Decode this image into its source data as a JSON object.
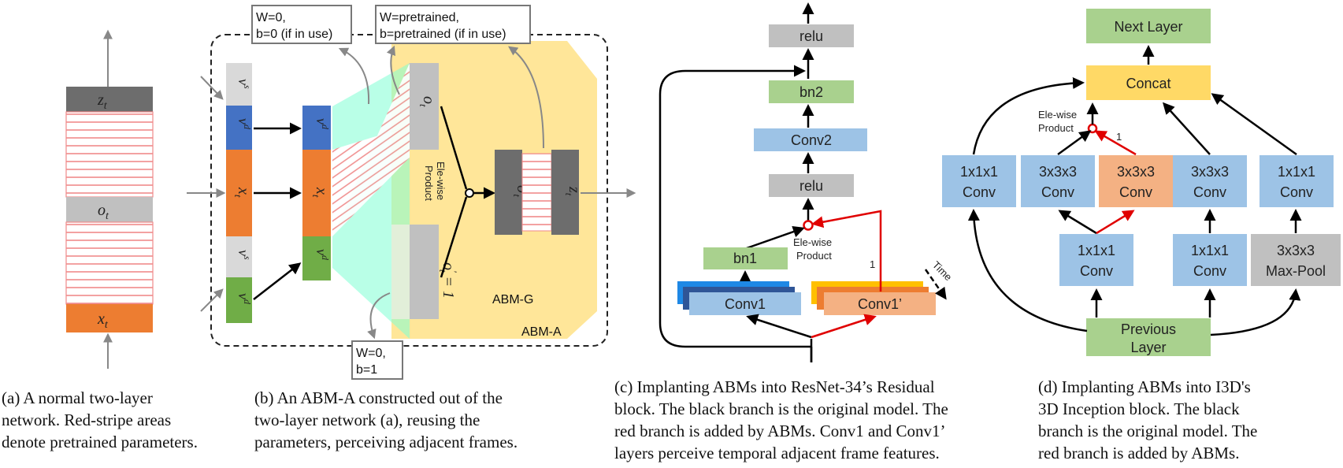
{
  "panel_a": {
    "top_label": "z",
    "top_sub": "t",
    "mid_label": "o",
    "mid_sub": "t",
    "bottom_label": "x",
    "bottom_sub": "t",
    "caption": [
      "(a) A normal two-layer",
      "network. Red-stripe areas",
      "denote pretrained parameters."
    ]
  },
  "panel_b": {
    "note_top_left": [
      "W=0,",
      "b=0 (if in use)"
    ],
    "note_top_right": [
      "W=pretrained,",
      "b=pretrained (if in use)"
    ],
    "note_bottom": [
      "W=0,",
      "b=1"
    ],
    "v_s_prev": "v",
    "v_s_prev_sup": "s",
    "v_s_prev_sub": "t−1",
    "v_d_prev": "v",
    "v_d_prev_sup": "d",
    "v_d_prev_sub": "t−1",
    "x_label": "x",
    "x_sub": "t",
    "v_s_next": "v",
    "v_s_next_sup": "s",
    "v_s_next_sub": "t+1",
    "v_d_next": "v",
    "v_d_next_sup": "d",
    "v_d_next_sub": "t+1",
    "o_label": "o",
    "o_sub": "t",
    "o_prime_label": "o",
    "o_prime_sub": "t",
    "o_prime_sup": "′",
    "o_prime_eq": "= 1",
    "o_dprime_label": "o",
    "o_dprime_sup": "″",
    "o_dprime_sub": "t",
    "z_label": "z",
    "z_sub": "t",
    "ele_wise": [
      "Ele-wise",
      "Product"
    ],
    "abm_g": "ABM-G",
    "abm_a": "ABM-A",
    "caption": [
      "(b) An ABM-A constructed out of the",
      "two-layer network (a), reusing the",
      "parameters, perceiving adjacent frames."
    ]
  },
  "panel_c": {
    "relu_top": "relu",
    "bn2": "bn2",
    "conv2": "Conv2",
    "relu_mid": "relu",
    "bn1": "bn1",
    "conv1": "Conv1",
    "conv1p": "Conv1’",
    "ele_wise": [
      "Ele-wise",
      "Product"
    ],
    "one": "1",
    "time": "Time",
    "caption": [
      "(c) Implanting ABMs into ResNet-34’s Residual",
      "block. The black branch is the original model. The",
      "red branch is added by ABMs. Conv1 and Conv1’",
      "layers perceive temporal adjacent frame features."
    ]
  },
  "panel_d": {
    "next_layer": "Next Layer",
    "concat": "Concat",
    "ele_wise": [
      "Ele-wise",
      "Product"
    ],
    "one": "1",
    "b1": [
      "1x1x1",
      "Conv"
    ],
    "b2": [
      "3x3x3",
      "Conv"
    ],
    "b3": [
      "3x3x3",
      "Conv"
    ],
    "b4": [
      "3x3x3",
      "Conv"
    ],
    "b5": [
      "1x1x1",
      "Conv"
    ],
    "c1": [
      "1x1x1",
      "Conv"
    ],
    "c2": [
      "1x1x1",
      "Conv"
    ],
    "c3": [
      "3x3x3",
      "Max-Pool"
    ],
    "prev": [
      "Previous",
      "Layer"
    ],
    "caption": [
      "(d) Implanting ABMs into I3D's",
      "3D Inception block. The black",
      "branch is the original model. The",
      "red branch is added by ABMs."
    ]
  },
  "colors": {
    "dark": "#6d6d6d",
    "gray": "#c0c0c0",
    "orange": "#ed7d31",
    "blue": "#4472c4",
    "green": "#70ad47",
    "lightgray": "#d9d9d9",
    "stripe": "#f4a6a6",
    "cyan": "#7fffd4",
    "yellow": "#ffe699",
    "lightblue": "#9dc3e6",
    "lightgreen": "#a9d18e",
    "salmon": "#f4b183",
    "gold": "#ffd966",
    "red": "#e00000"
  }
}
